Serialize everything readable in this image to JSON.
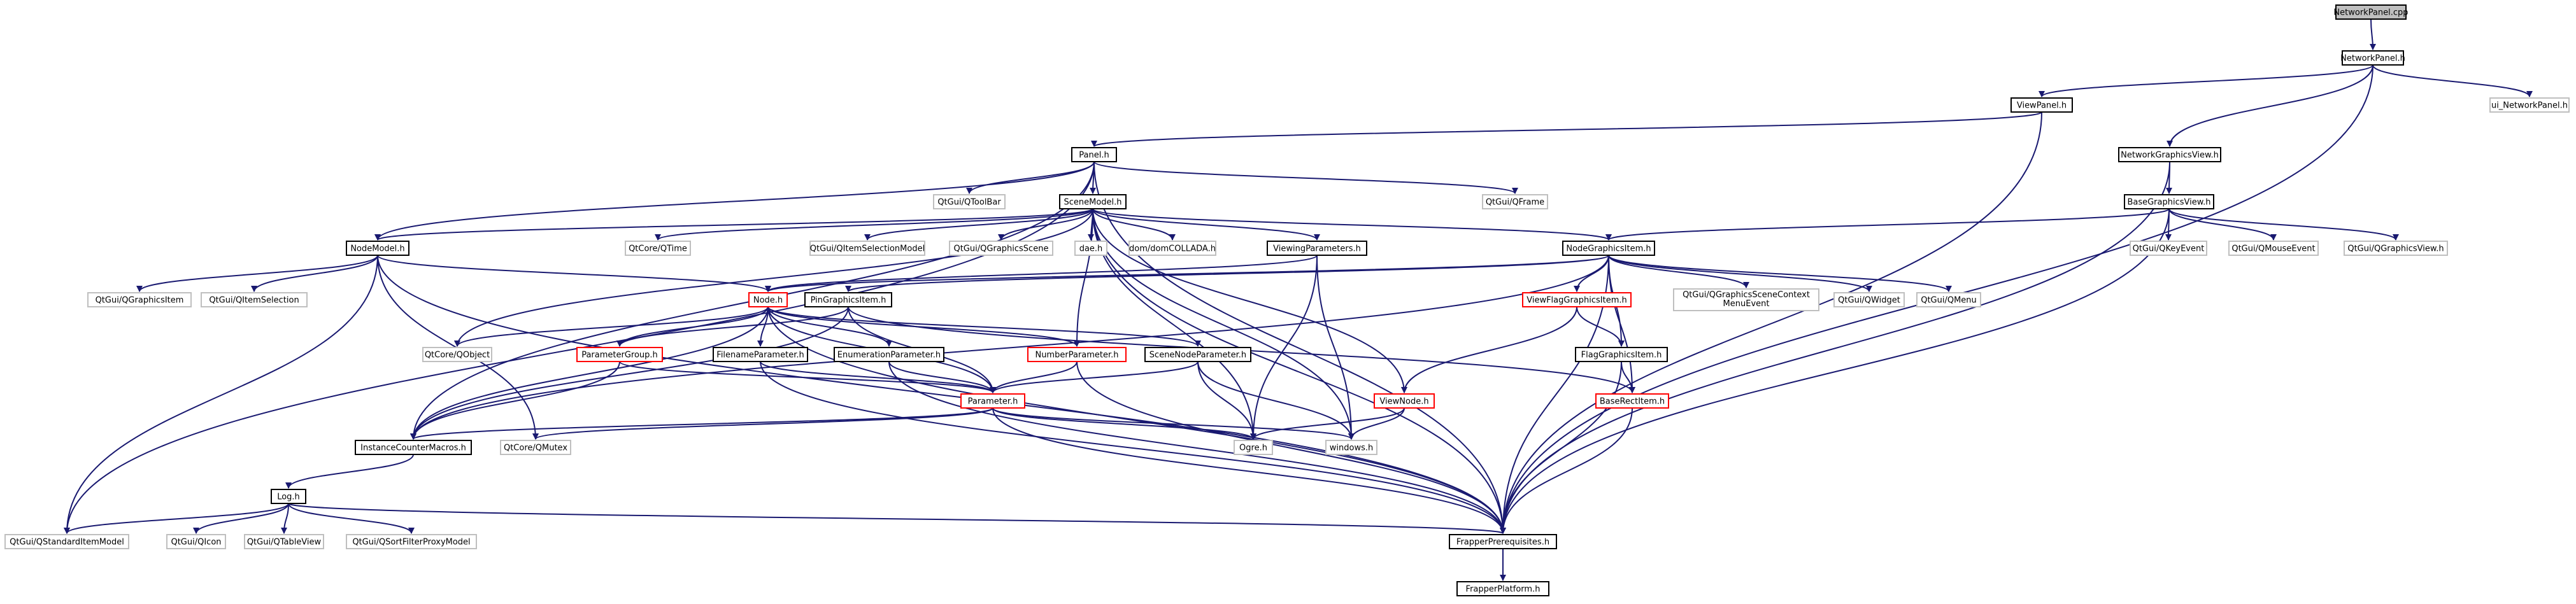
{
  "diagram": {
    "colors": {
      "edge": "#191970",
      "root_fill": "#bfbfbf",
      "normal_border": "#000000",
      "external_border": "#bfbfbf",
      "truncated_border": "#ff0000"
    },
    "nodes": [
      {
        "id": "root",
        "label": "NetworkPanel.cpp",
        "kind": "root"
      },
      {
        "id": "networkpanel",
        "label": "NetworkPanel.h",
        "kind": "normal"
      },
      {
        "id": "viewpanel",
        "label": "ViewPanel.h",
        "kind": "normal"
      },
      {
        "id": "uinetworkpanel",
        "label": "ui_NetworkPanel.h",
        "kind": "external"
      },
      {
        "id": "panel",
        "label": "Panel.h",
        "kind": "normal"
      },
      {
        "id": "networkgraphicsview",
        "label": "NetworkGraphicsView.h",
        "kind": "normal"
      },
      {
        "id": "qtoolbar",
        "label": "QtGui/QToolBar",
        "kind": "external"
      },
      {
        "id": "scenemodel",
        "label": "SceneModel.h",
        "kind": "normal"
      },
      {
        "id": "qframe",
        "label": "QtGui/QFrame",
        "kind": "external"
      },
      {
        "id": "basegraphicsview",
        "label": "BaseGraphicsView.h",
        "kind": "normal"
      },
      {
        "id": "nodemodel",
        "label": "NodeModel.h",
        "kind": "normal"
      },
      {
        "id": "qtime",
        "label": "QtCore/QTime",
        "kind": "external"
      },
      {
        "id": "qitemselectionmodel",
        "label": "QtGui/QItemSelectionModel",
        "kind": "external"
      },
      {
        "id": "qgraphicsscene",
        "label": "QtGui/QGraphicsScene",
        "kind": "external"
      },
      {
        "id": "daeh",
        "label": "dae.h",
        "kind": "external"
      },
      {
        "id": "domcollada",
        "label": "dom/domCOLLADA.h",
        "kind": "external"
      },
      {
        "id": "viewingparameters",
        "label": "ViewingParameters.h",
        "kind": "normal"
      },
      {
        "id": "nodegraphicsitem",
        "label": "NodeGraphicsItem.h",
        "kind": "normal"
      },
      {
        "id": "qkeyevent",
        "label": "QtGui/QKeyEvent",
        "kind": "external"
      },
      {
        "id": "qmouseevent",
        "label": "QtGui/QMouseEvent",
        "kind": "external"
      },
      {
        "id": "qgraphicsview",
        "label": "QtGui/QGraphicsView.h",
        "kind": "external"
      },
      {
        "id": "qgraphicsitem",
        "label": "QtGui/QGraphicsItem",
        "kind": "external"
      },
      {
        "id": "qitemselection",
        "label": "QtGui/QItemSelection",
        "kind": "external"
      },
      {
        "id": "nodeh",
        "label": "Node.h",
        "kind": "red"
      },
      {
        "id": "pingraphicsitem",
        "label": "PinGraphicsItem.h",
        "kind": "normal"
      },
      {
        "id": "viewflaggraphicsitem",
        "label": "ViewFlagGraphicsItem.h",
        "kind": "red"
      },
      {
        "id": "qgraphicsscenecontextmenuevent",
        "label": "QtGui/QGraphicsSceneContext",
        "label2": "MenuEvent",
        "kind": "external"
      },
      {
        "id": "qwidget",
        "label": "QtGui/QWidget",
        "kind": "external"
      },
      {
        "id": "qmenu",
        "label": "QtGui/QMenu",
        "kind": "external"
      },
      {
        "id": "qobject",
        "label": "QtCore/QObject",
        "kind": "external"
      },
      {
        "id": "parametergroup",
        "label": "ParameterGroup.h",
        "kind": "red"
      },
      {
        "id": "filenameparameter",
        "label": "FilenameParameter.h",
        "kind": "normal"
      },
      {
        "id": "enumerationparameter",
        "label": "EnumerationParameter.h",
        "kind": "normal"
      },
      {
        "id": "numberparameter",
        "label": "NumberParameter.h",
        "kind": "red"
      },
      {
        "id": "scenenodeparameter",
        "label": "SceneNodeParameter.h",
        "kind": "normal"
      },
      {
        "id": "flaggraphicsitem",
        "label": "FlagGraphicsItem.h",
        "kind": "normal"
      },
      {
        "id": "parameter",
        "label": "Parameter.h",
        "kind": "red"
      },
      {
        "id": "viewnode",
        "label": "ViewNode.h",
        "kind": "red"
      },
      {
        "id": "baserectitem",
        "label": "BaseRectItem.h",
        "kind": "red"
      },
      {
        "id": "instancecountermacros",
        "label": "InstanceCounterMacros.h",
        "kind": "normal"
      },
      {
        "id": "qmutex",
        "label": "QtCore/QMutex",
        "kind": "external"
      },
      {
        "id": "ogreh",
        "label": "Ogre.h",
        "kind": "external"
      },
      {
        "id": "windowsh",
        "label": "windows.h",
        "kind": "external"
      },
      {
        "id": "logh",
        "label": "Log.h",
        "kind": "normal"
      },
      {
        "id": "qstandarditemmodel",
        "label": "QtGui/QStandardItemModel",
        "kind": "external"
      },
      {
        "id": "qicon",
        "label": "QtGui/QIcon",
        "kind": "external"
      },
      {
        "id": "qtableview",
        "label": "QtGui/QTableView",
        "kind": "external"
      },
      {
        "id": "qsortfilterproxymodel",
        "label": "QtGui/QSortFilterProxyModel",
        "kind": "external"
      },
      {
        "id": "frapperprerequisites",
        "label": "FrapperPrerequisites.h",
        "kind": "normal"
      },
      {
        "id": "frapperplatform",
        "label": "FrapperPlatform.h",
        "kind": "normal"
      }
    ]
  }
}
